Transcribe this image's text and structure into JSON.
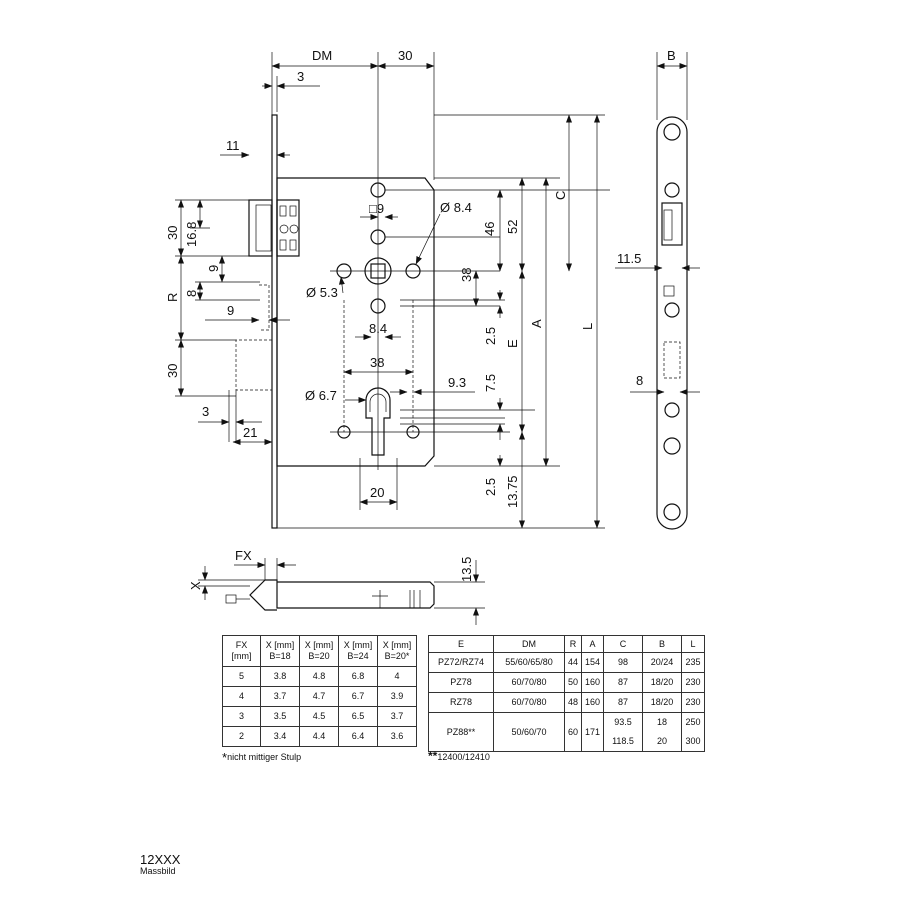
{
  "front": {
    "dims": {
      "dm": "DM",
      "d30top": "30",
      "d3top": "3",
      "d11": "11",
      "d30a": "30",
      "d16_8": "16.8",
      "d9a": "9",
      "r": "R",
      "d8a": "8",
      "d9b": "9",
      "d30b": "30",
      "d3b": "3",
      "d21": "21",
      "sq9": "□9",
      "dia8_4": "Ø 8.4",
      "dia5_3": "Ø 5.3",
      "d8_4": "8.4",
      "d38h": "38",
      "dia6_7": "Ø 6.7",
      "d9_3": "9.3",
      "d20": "20",
      "d46": "46",
      "d52": "52",
      "c": "C",
      "d38v": "38",
      "d2_5a": "2.5",
      "e": "E",
      "a": "A",
      "l": "L",
      "d7_5": "7.5",
      "d2_5b": "2.5",
      "d13_75": "13.75"
    }
  },
  "side": {
    "dims": {
      "b": "B",
      "d11_5": "11.5",
      "d8": "8"
    }
  },
  "bottom": {
    "dims": {
      "fx": "FX",
      "x": "X",
      "d13_5": "13.5"
    }
  },
  "fx_table": {
    "header": [
      [
        "FX",
        "[mm]"
      ],
      [
        "X [mm]",
        "B=18"
      ],
      [
        "X [mm]",
        "B=20"
      ],
      [
        "X [mm]",
        "B=24"
      ],
      [
        "X [mm]",
        "B=20*"
      ]
    ],
    "rows": [
      [
        "5",
        "3.8",
        "4.8",
        "6.8",
        "4"
      ],
      [
        "4",
        "3.7",
        "4.7",
        "6.7",
        "3.9"
      ],
      [
        "3",
        "3.5",
        "4.5",
        "6.5",
        "3.7"
      ],
      [
        "2",
        "3.4",
        "4.4",
        "6.4",
        "3.6"
      ]
    ],
    "note_mark": "*",
    "note": "nicht mittiger Stulp"
  },
  "e_table": {
    "header": [
      "E",
      "DM",
      "R",
      "A",
      "C",
      "B",
      "L"
    ],
    "rows": [
      [
        "PZ72/RZ74",
        "55/60/65/80",
        "44",
        "154",
        "98",
        "20/24",
        "235"
      ],
      [
        "PZ78",
        "60/70/80",
        "50",
        "160",
        "87",
        "18/20",
        "230"
      ],
      [
        "RZ78",
        "60/70/80",
        "48",
        "160",
        "87",
        "18/20",
        "230"
      ]
    ],
    "pz88": {
      "e": "PZ88**",
      "dm": "50/60/70",
      "r": "60",
      "a": "171",
      "c1": "93.5",
      "c2": "118.5",
      "b1": "18",
      "b2": "20",
      "l1": "250",
      "l2": "300"
    },
    "note_mark": "**",
    "note": "12400/12410"
  },
  "code": "12XXX",
  "caption": "Massbild"
}
